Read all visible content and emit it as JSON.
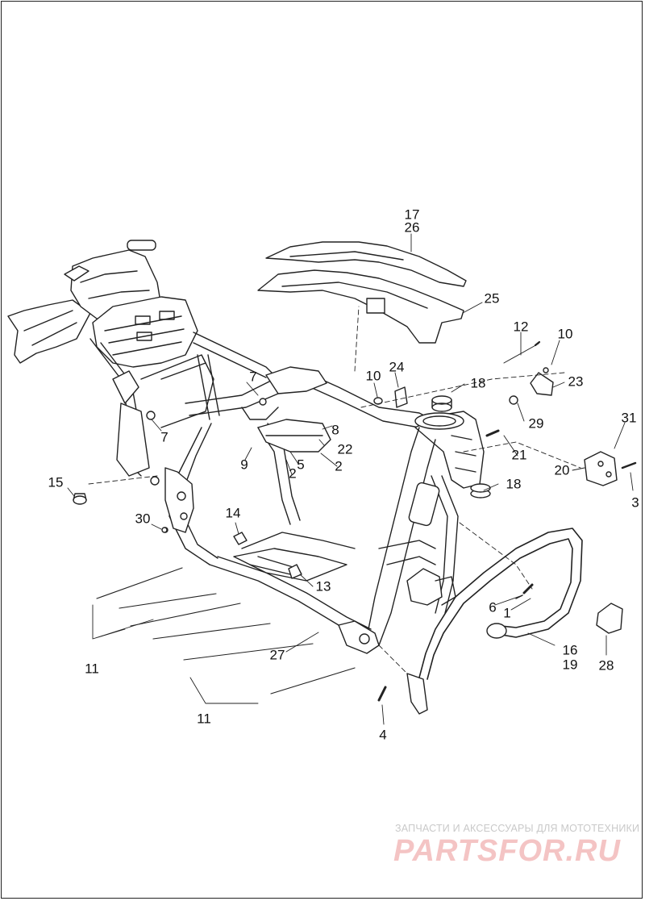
{
  "callouts": [
    {
      "id": "17",
      "text": "17"
    },
    {
      "id": "26",
      "text": "26"
    },
    {
      "id": "25",
      "text": "25"
    },
    {
      "id": "12",
      "text": "12"
    },
    {
      "id": "10a",
      "text": "10"
    },
    {
      "id": "10b",
      "text": "10"
    },
    {
      "id": "24",
      "text": "24"
    },
    {
      "id": "18a",
      "text": "18"
    },
    {
      "id": "23",
      "text": "23"
    },
    {
      "id": "29",
      "text": "29"
    },
    {
      "id": "31",
      "text": "31"
    },
    {
      "id": "21",
      "text": "21"
    },
    {
      "id": "20",
      "text": "20"
    },
    {
      "id": "18b",
      "text": "18"
    },
    {
      "id": "3",
      "text": "3"
    },
    {
      "id": "7a",
      "text": "7"
    },
    {
      "id": "7b",
      "text": "7"
    },
    {
      "id": "8",
      "text": "8"
    },
    {
      "id": "22",
      "text": "22"
    },
    {
      "id": "9",
      "text": "9"
    },
    {
      "id": "5",
      "text": "5"
    },
    {
      "id": "2a",
      "text": "2"
    },
    {
      "id": "2b",
      "text": "2"
    },
    {
      "id": "15",
      "text": "15"
    },
    {
      "id": "14",
      "text": "14"
    },
    {
      "id": "30",
      "text": "30"
    },
    {
      "id": "13",
      "text": "13"
    },
    {
      "id": "6",
      "text": "6"
    },
    {
      "id": "1",
      "text": "1"
    },
    {
      "id": "16",
      "text": "16"
    },
    {
      "id": "19",
      "text": "19"
    },
    {
      "id": "28",
      "text": "28"
    },
    {
      "id": "27",
      "text": "27"
    },
    {
      "id": "11a",
      "text": "11"
    },
    {
      "id": "11b",
      "text": "11"
    },
    {
      "id": "4",
      "text": "4"
    }
  ],
  "watermark": {
    "tagline": "ЗАПЧАСТИ И АКСЕССУАРЫ ДЛЯ МОТОТЕХНИКИ",
    "logo": "PARTSFOR.RU"
  },
  "colors": {
    "line": "#222222",
    "watermark_text": "#c9c9c9",
    "watermark_logo": "#f4c4c4"
  }
}
